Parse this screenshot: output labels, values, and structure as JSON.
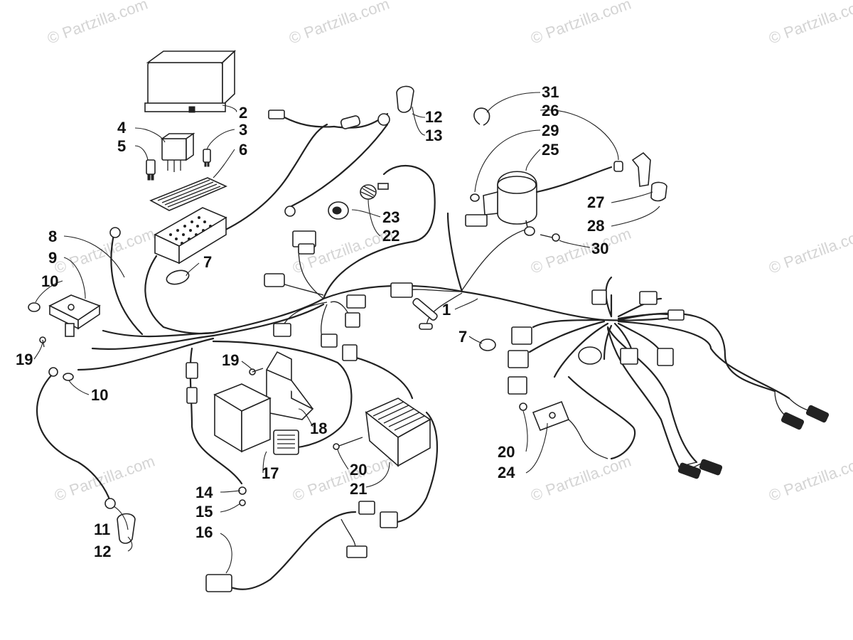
{
  "watermark": "© Partzilla.com",
  "callouts": {
    "c1": "1",
    "c2": "2",
    "c3": "3",
    "c4": "4",
    "c5": "5",
    "c6": "6",
    "c7a": "7",
    "c7b": "7",
    "c8": "8",
    "c9": "9",
    "c10a": "10",
    "c10b": "10",
    "c11": "11",
    "c12a": "12",
    "c12b": "12",
    "c13": "13",
    "c14": "14",
    "c15": "15",
    "c16": "16",
    "c17": "17",
    "c18": "18",
    "c19a": "19",
    "c19b": "19",
    "c20a": "20",
    "c20b": "20",
    "c21": "21",
    "c22": "22",
    "c23": "23",
    "c24": "24",
    "c25": "25",
    "c26": "26",
    "c27": "27",
    "c28": "28",
    "c29": "29",
    "c30": "30",
    "c31": "31"
  }
}
